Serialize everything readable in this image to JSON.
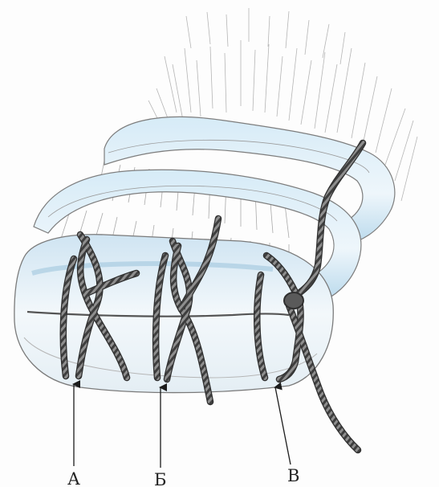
{
  "labels": {
    "a": "А",
    "b": "Б",
    "v": "В"
  },
  "colors": {
    "paper": "#fdfdfd",
    "pencil": "#8c8c8c",
    "fur": "#b8b8b8",
    "blue_tint": "#cfe6f4",
    "blue_shade": "#a9cfe6",
    "thread_light": "#9a9a9a",
    "thread_dark": "#3a3a3a",
    "arrow": "#1c1c1c"
  }
}
